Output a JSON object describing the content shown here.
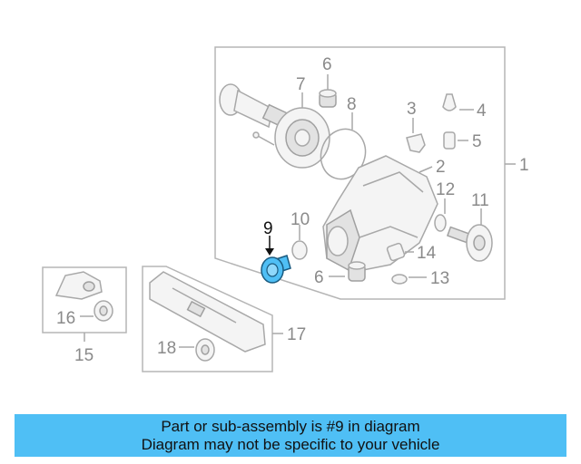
{
  "callouts": {
    "c1": "1",
    "c2": "2",
    "c3": "3",
    "c4": "4",
    "c5": "5",
    "c6a": "6",
    "c6b": "6",
    "c7": "7",
    "c8": "8",
    "c9": "9",
    "c10": "10",
    "c11": "11",
    "c12": "12",
    "c13": "13",
    "c14": "14",
    "c15": "15",
    "c16": "16",
    "c17": "17",
    "c18": "18"
  },
  "highlight": {
    "part": "9",
    "color": "#4fbff5"
  },
  "banner": {
    "line1": "Part or sub-assembly is #9 in diagram",
    "line2": "Diagram may not be specific to your vehicle",
    "background": "#4fbff5"
  }
}
